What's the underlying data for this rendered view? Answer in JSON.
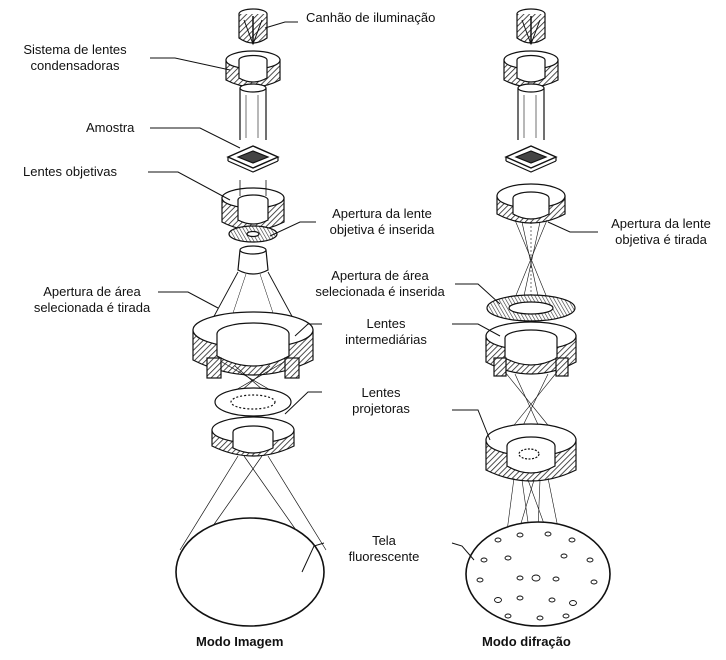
{
  "labels": {
    "illumination_gun": "Canhão de iluminação",
    "condenser_line1": "Sistema de  lentes",
    "condenser_line2": "condensadoras",
    "specimen": "Amostra",
    "objective_lenses": "Lentes objetivas",
    "obj_aperture_inserted_line1": "Apertura da lente",
    "obj_aperture_inserted_line2": "objetiva é inserida",
    "obj_aperture_removed_line1": "Apertura da lente",
    "obj_aperture_removed_line2": "objetiva é tirada",
    "sa_aperture_removed_line1": "Apertura de área",
    "sa_aperture_removed_line2": "selecionada é tirada",
    "sa_aperture_inserted_line1": "Apertura de área",
    "sa_aperture_inserted_line2": "selecionada é inserida",
    "intermediate_line1": "Lentes",
    "intermediate_line2": "intermediárias",
    "projector_line1": "Lentes",
    "projector_line2": "projetoras",
    "screen_line1": "Tela",
    "screen_line2": "fluorescente"
  },
  "captions": {
    "image_mode": "Modo Imagem",
    "diffraction_mode": "Modo difração"
  }
}
